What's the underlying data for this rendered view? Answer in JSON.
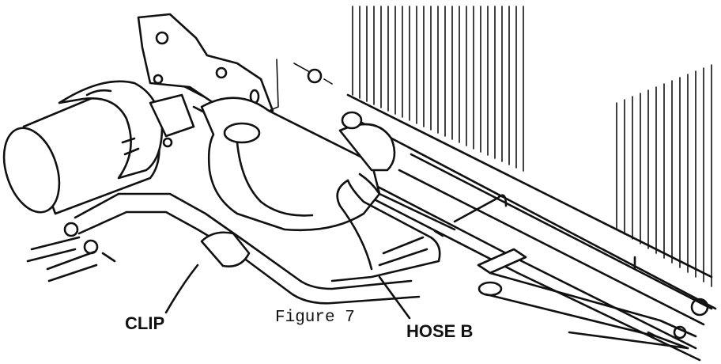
{
  "labels": {
    "clip": "CLIP",
    "hose_b": "HOSE B"
  },
  "caption": "Figure 7",
  "colors": {
    "ink": "#111111",
    "paper": "#ffffff"
  }
}
